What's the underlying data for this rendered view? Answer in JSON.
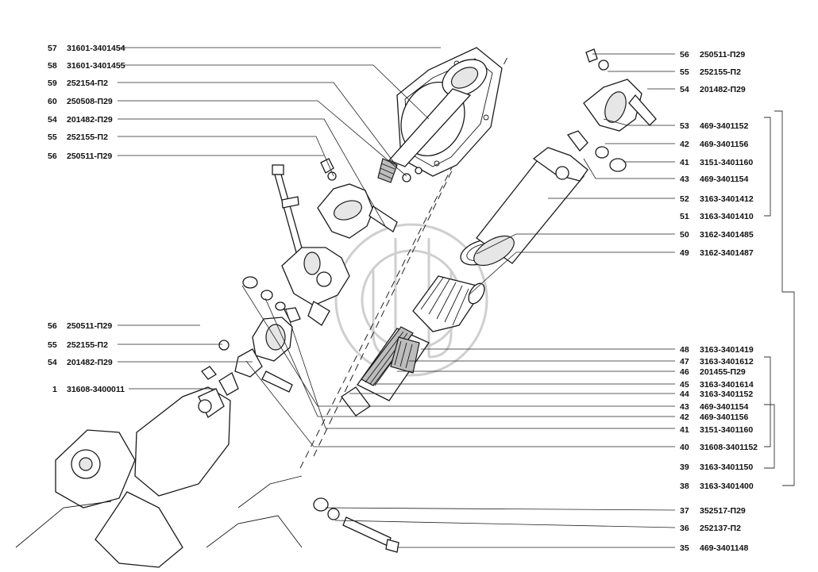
{
  "callouts_left": [
    {
      "num": "57",
      "code": "31601-3401454"
    },
    {
      "num": "58",
      "code": "31601-3401455"
    },
    {
      "num": "59",
      "code": "252154-П2"
    },
    {
      "num": "60",
      "code": "250508-П29"
    },
    {
      "num": "54",
      "code": "201482-П29"
    },
    {
      "num": "55",
      "code": "252155-П2"
    },
    {
      "num": "56",
      "code": "250511-П29"
    },
    {
      "num": "56",
      "code": "250511-П29"
    },
    {
      "num": "55",
      "code": "252155-П2"
    },
    {
      "num": "54",
      "code": "201482-П29"
    },
    {
      "num": "1",
      "code": "31608-3400011"
    }
  ],
  "callouts_right": [
    {
      "num": "56",
      "code": "250511-П29"
    },
    {
      "num": "55",
      "code": "252155-П2"
    },
    {
      "num": "54",
      "code": "201482-П29"
    },
    {
      "num": "53",
      "code": "469-3401152"
    },
    {
      "num": "42",
      "code": "469-3401156"
    },
    {
      "num": "41",
      "code": "3151-3401160"
    },
    {
      "num": "43",
      "code": "469-3401154"
    },
    {
      "num": "52",
      "code": "3163-3401412"
    },
    {
      "num": "51",
      "code": "3163-3401410"
    },
    {
      "num": "50",
      "code": "3162-3401485"
    },
    {
      "num": "49",
      "code": "3162-3401487"
    },
    {
      "num": "48",
      "code": "3163-3401419"
    },
    {
      "num": "47",
      "code": "3163-3401612"
    },
    {
      "num": "46",
      "code": "201455-П29"
    },
    {
      "num": "45",
      "code": "3163-3401614"
    },
    {
      "num": "44",
      "code": "3163-3401152"
    },
    {
      "num": "43",
      "code": "469-3401154"
    },
    {
      "num": "42",
      "code": "469-3401156"
    },
    {
      "num": "41",
      "code": "3151-3401160"
    },
    {
      "num": "40",
      "code": "31608-3401152"
    },
    {
      "num": "39",
      "code": "3163-3401150"
    },
    {
      "num": "38",
      "code": "3163-3401400"
    },
    {
      "num": "37",
      "code": "352517-П29"
    },
    {
      "num": "36",
      "code": "252137-П2"
    },
    {
      "num": "35",
      "code": "469-3401148"
    }
  ]
}
